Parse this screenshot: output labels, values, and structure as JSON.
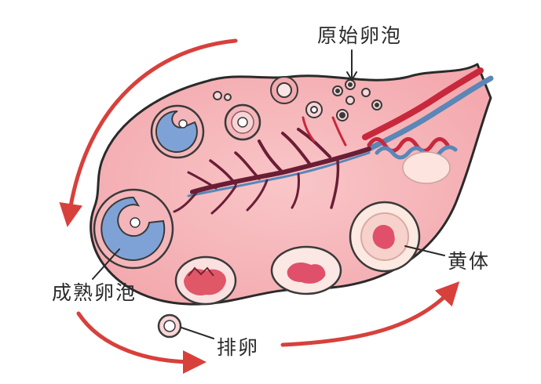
{
  "labels": {
    "primordial_follicle": "原始卵泡",
    "mature_follicle": "成熟卵泡",
    "corpus_luteum": "黄体",
    "ovulation": "排卵"
  },
  "colors": {
    "ovary_fill": "#f6b8bc",
    "ovary_outline": "#2a2a2a",
    "artery": "#c8283c",
    "vein": "#5a86b8",
    "cycle_arrow": "#d8403c",
    "follicle_blue": "#7fa2d6"
  }
}
